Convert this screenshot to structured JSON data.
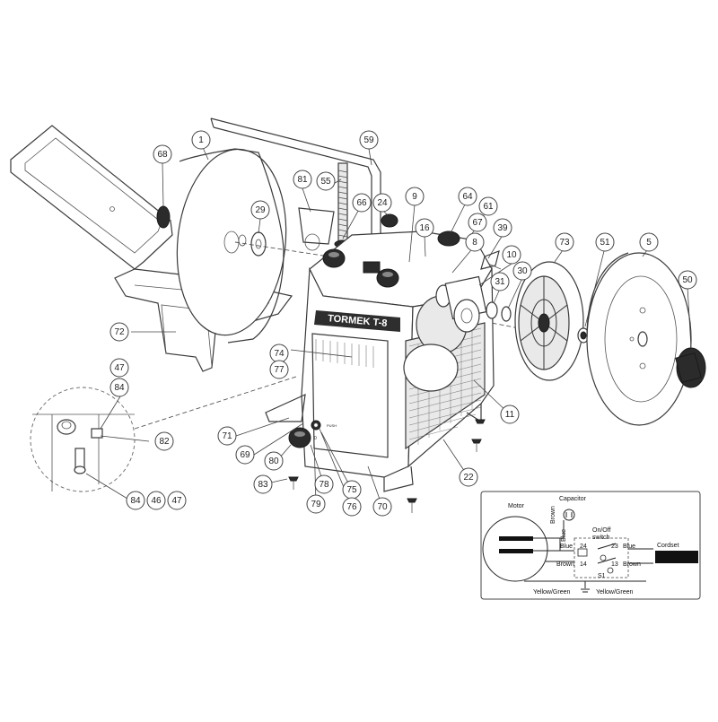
{
  "diagram": {
    "brand_label": "TORMEK T-8",
    "callouts": [
      {
        "id": "c1",
        "label": "1"
      },
      {
        "id": "c68",
        "label": "68"
      },
      {
        "id": "c59",
        "label": "59"
      },
      {
        "id": "c81",
        "label": "81"
      },
      {
        "id": "c55",
        "label": "55"
      },
      {
        "id": "c66",
        "label": "66"
      },
      {
        "id": "c24",
        "label": "24"
      },
      {
        "id": "c9",
        "label": "9"
      },
      {
        "id": "c64",
        "label": "64"
      },
      {
        "id": "c61",
        "label": "61"
      },
      {
        "id": "c67",
        "label": "67"
      },
      {
        "id": "c29",
        "label": "29"
      },
      {
        "id": "c16",
        "label": "16"
      },
      {
        "id": "c8",
        "label": "8"
      },
      {
        "id": "c39",
        "label": "39"
      },
      {
        "id": "c10",
        "label": "10"
      },
      {
        "id": "c73",
        "label": "73"
      },
      {
        "id": "c51",
        "label": "51"
      },
      {
        "id": "c5",
        "label": "5"
      },
      {
        "id": "c30",
        "label": "30"
      },
      {
        "id": "c31",
        "label": "31"
      },
      {
        "id": "c50",
        "label": "50"
      },
      {
        "id": "c72",
        "label": "72"
      },
      {
        "id": "c74",
        "label": "74"
      },
      {
        "id": "c77",
        "label": "77"
      },
      {
        "id": "c47a",
        "label": "47"
      },
      {
        "id": "c84a",
        "label": "84"
      },
      {
        "id": "c11",
        "label": "11"
      },
      {
        "id": "c82",
        "label": "82"
      },
      {
        "id": "c71",
        "label": "71"
      },
      {
        "id": "c69",
        "label": "69"
      },
      {
        "id": "c80",
        "label": "80"
      },
      {
        "id": "c22",
        "label": "22"
      },
      {
        "id": "c83",
        "label": "83"
      },
      {
        "id": "c78",
        "label": "78"
      },
      {
        "id": "c75",
        "label": "75"
      },
      {
        "id": "c79",
        "label": "79"
      },
      {
        "id": "c76",
        "label": "76"
      },
      {
        "id": "c70",
        "label": "70"
      },
      {
        "id": "c84b",
        "label": "84"
      },
      {
        "id": "c46",
        "label": "46"
      },
      {
        "id": "c47b",
        "label": "47"
      }
    ],
    "switch_marks": {
      "on": "I",
      "push": "PUSH",
      "off": "0"
    }
  },
  "wiring": {
    "motor": "Motor",
    "capacitor": "Capacitor",
    "brown_cap": "Brown",
    "blue_cap": "Blue",
    "switch_label_1": "On/Off",
    "switch_label_2": "switch",
    "blue_left": "Blue",
    "brown_left": "Brown",
    "t24": "24",
    "t23": "23",
    "t14": "14",
    "t13": "13",
    "blue_right": "Blue",
    "brown_right": "Brown",
    "cordset": "Cordset",
    "yg_left": "Yellow/Green",
    "yg_right": "Yellow/Green",
    "s1": "S1"
  }
}
